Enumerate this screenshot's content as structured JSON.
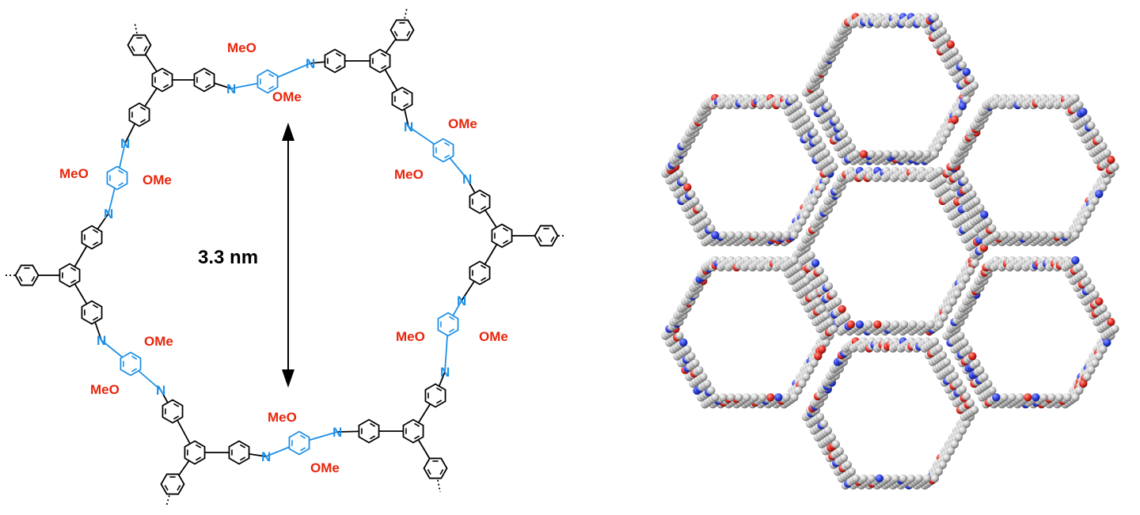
{
  "figure": {
    "distance_label": "3.3 nm",
    "atom_labels": {
      "methoxy": "OMe",
      "methoxy_left": "MeO",
      "imine_n": "N"
    },
    "colors": {
      "framework": "#000000",
      "imine_linker": "#1e90e6",
      "methoxy": "#e8250c",
      "carbon_atom": "#c6c6c6",
      "nitrogen_atom": "#2b3ee0",
      "oxygen_atom": "#e02a20"
    },
    "panels": [
      {
        "name": "chemical-structure",
        "description_icon": "hexagonal-pore-structure"
      },
      {
        "name": "space-filling-model",
        "description_icon": "honeycomb-framework-model"
      }
    ]
  }
}
